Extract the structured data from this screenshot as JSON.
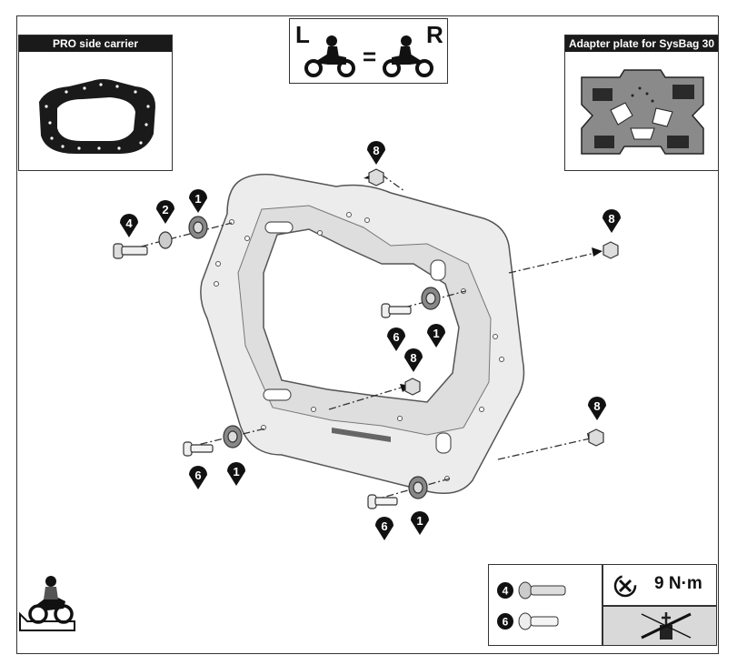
{
  "panels": {
    "pro_side_carrier": {
      "title": "PRO side carrier"
    },
    "adapter_plate": {
      "title": "Adapter plate for SysBag 30"
    },
    "lr_symbol": {
      "left": "L",
      "right": "R",
      "equals": "="
    }
  },
  "callouts": [
    {
      "id": "c8a",
      "label": "8"
    },
    {
      "id": "c4",
      "label": "4"
    },
    {
      "id": "c2",
      "label": "2"
    },
    {
      "id": "c1a",
      "label": "1"
    },
    {
      "id": "c8b",
      "label": "8"
    },
    {
      "id": "c6a",
      "label": "6"
    },
    {
      "id": "c1b",
      "label": "1"
    },
    {
      "id": "c8c",
      "label": "8"
    },
    {
      "id": "c8d",
      "label": "8"
    },
    {
      "id": "c6b",
      "label": "6"
    },
    {
      "id": "c1c",
      "label": "1"
    },
    {
      "id": "c6c",
      "label": "6"
    },
    {
      "id": "c1d",
      "label": "1"
    }
  ],
  "legend": {
    "items": [
      {
        "label": "4"
      },
      {
        "label": "6"
      }
    ],
    "torque": "9 N·m"
  },
  "icons": {
    "torque": "torque-wrench-icon",
    "no_grease": "no-thread-locker-icon",
    "rider": "motorcycle-rider-icon"
  }
}
